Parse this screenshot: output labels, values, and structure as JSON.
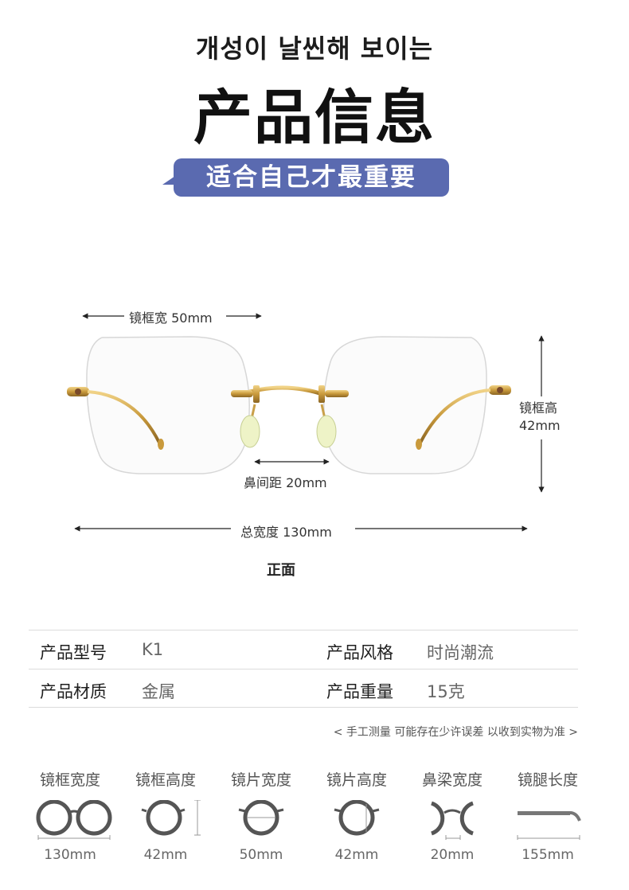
{
  "header": {
    "korean_title": "개성이 날씬해 보이는",
    "main_title": "产品信息",
    "slogan": "适合自己才最重要"
  },
  "dimensions": {
    "frame_width": "镜框宽 50mm",
    "frame_height": "镜框高\n42mm",
    "nose_distance": "鼻间距 20mm",
    "total_width": "总宽度 130mm",
    "view": "正面"
  },
  "specs": [
    {
      "label": "产品型号",
      "value": "K1",
      "label2": "产品风格",
      "value2": "时尚潮流"
    },
    {
      "label": "产品材质",
      "value": "金属",
      "label2": "产品重量",
      "value2": "15克"
    }
  ],
  "note": "< 手工测量 可能存在少许误差 以收到实物为准 >",
  "measurements": [
    {
      "label": "镜框宽度",
      "value": "130mm",
      "icon": "full-frame-width-icon"
    },
    {
      "label": "镜框高度",
      "value": "42mm",
      "icon": "frame-height-icon"
    },
    {
      "label": "镜片宽度",
      "value": "50mm",
      "icon": "lens-width-icon"
    },
    {
      "label": "镜片高度",
      "value": "42mm",
      "icon": "lens-height-icon"
    },
    {
      "label": "鼻梁宽度",
      "value": "20mm",
      "icon": "bridge-width-icon"
    },
    {
      "label": "镜腿长度",
      "value": "155mm",
      "icon": "temple-length-icon"
    }
  ],
  "colors": {
    "accent": "#5a6ab0",
    "gold": "#d4a94a"
  }
}
